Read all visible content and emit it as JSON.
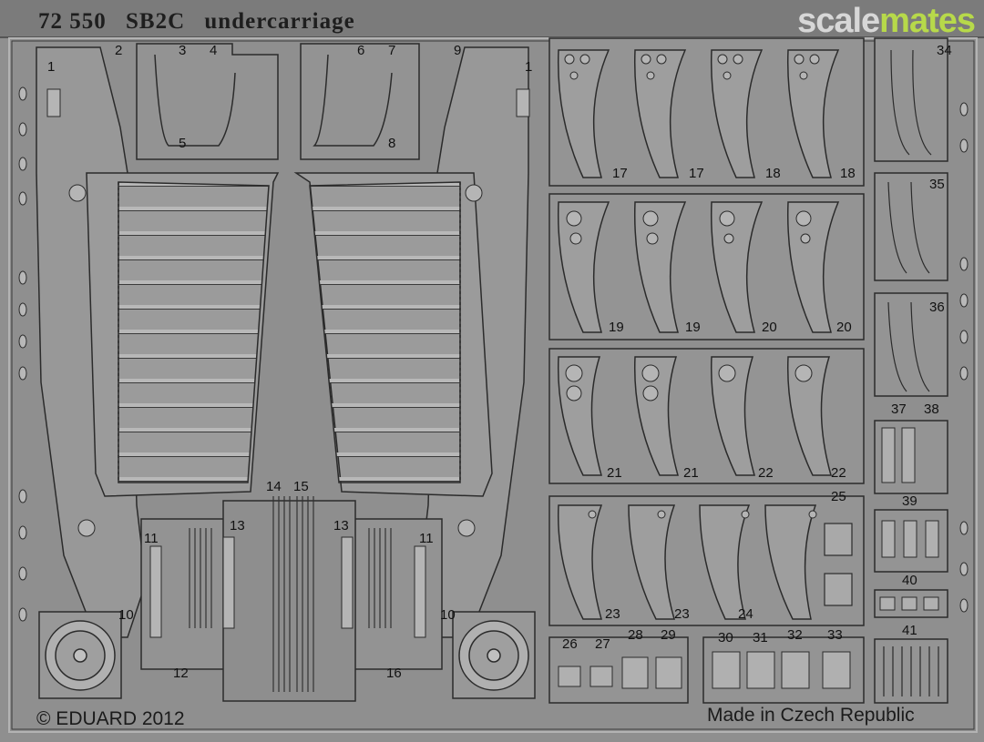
{
  "title": {
    "code": "72 550",
    "model": "SB2C",
    "subject": "undercarriage"
  },
  "watermark": {
    "part1": "scale",
    "part2": "mates"
  },
  "footer": {
    "copyright": "© EDUARD 2012",
    "origin": "Made in Czech Republic"
  },
  "colors": {
    "fret": "#8f8f8f",
    "relief": "#b3b3b3",
    "line": "#2a2a2a",
    "watermark_green": "#b7d94a"
  },
  "parts": [
    {
      "id": "p1a",
      "label": "1"
    },
    {
      "id": "p2",
      "label": "2"
    },
    {
      "id": "p3",
      "label": "3"
    },
    {
      "id": "p4",
      "label": "4"
    },
    {
      "id": "p5",
      "label": "5"
    },
    {
      "id": "p6",
      "label": "6"
    },
    {
      "id": "p7",
      "label": "7"
    },
    {
      "id": "p8",
      "label": "8"
    },
    {
      "id": "p9",
      "label": "9"
    },
    {
      "id": "p1b",
      "label": "1"
    },
    {
      "id": "p17a",
      "label": "17"
    },
    {
      "id": "p17b",
      "label": "17"
    },
    {
      "id": "p18a",
      "label": "18"
    },
    {
      "id": "p18b",
      "label": "18"
    },
    {
      "id": "p19a",
      "label": "19"
    },
    {
      "id": "p19b",
      "label": "19"
    },
    {
      "id": "p20a",
      "label": "20"
    },
    {
      "id": "p20b",
      "label": "20"
    },
    {
      "id": "p21a",
      "label": "21"
    },
    {
      "id": "p21b",
      "label": "21"
    },
    {
      "id": "p22a",
      "label": "22"
    },
    {
      "id": "p22b",
      "label": "22"
    },
    {
      "id": "p23a",
      "label": "23"
    },
    {
      "id": "p23b",
      "label": "23"
    },
    {
      "id": "p24",
      "label": "24"
    },
    {
      "id": "p25",
      "label": "25"
    },
    {
      "id": "p34",
      "label": "34"
    },
    {
      "id": "p35",
      "label": "35"
    },
    {
      "id": "p36",
      "label": "36"
    },
    {
      "id": "p37",
      "label": "37"
    },
    {
      "id": "p38",
      "label": "38"
    },
    {
      "id": "p39",
      "label": "39"
    },
    {
      "id": "p40",
      "label": "40"
    },
    {
      "id": "p41",
      "label": "41"
    },
    {
      "id": "p14",
      "label": "14"
    },
    {
      "id": "p15",
      "label": "15"
    },
    {
      "id": "p11a",
      "label": "11"
    },
    {
      "id": "p13a",
      "label": "13"
    },
    {
      "id": "p13b",
      "label": "13"
    },
    {
      "id": "p11b",
      "label": "11"
    },
    {
      "id": "p10a",
      "label": "10"
    },
    {
      "id": "p10b",
      "label": "10"
    },
    {
      "id": "p12",
      "label": "12"
    },
    {
      "id": "p16",
      "label": "16"
    },
    {
      "id": "p26",
      "label": "26"
    },
    {
      "id": "p27",
      "label": "27"
    },
    {
      "id": "p28",
      "label": "28"
    },
    {
      "id": "p29",
      "label": "29"
    },
    {
      "id": "p30",
      "label": "30"
    },
    {
      "id": "p31",
      "label": "31"
    },
    {
      "id": "p32",
      "label": "32"
    },
    {
      "id": "p33",
      "label": "33"
    }
  ]
}
